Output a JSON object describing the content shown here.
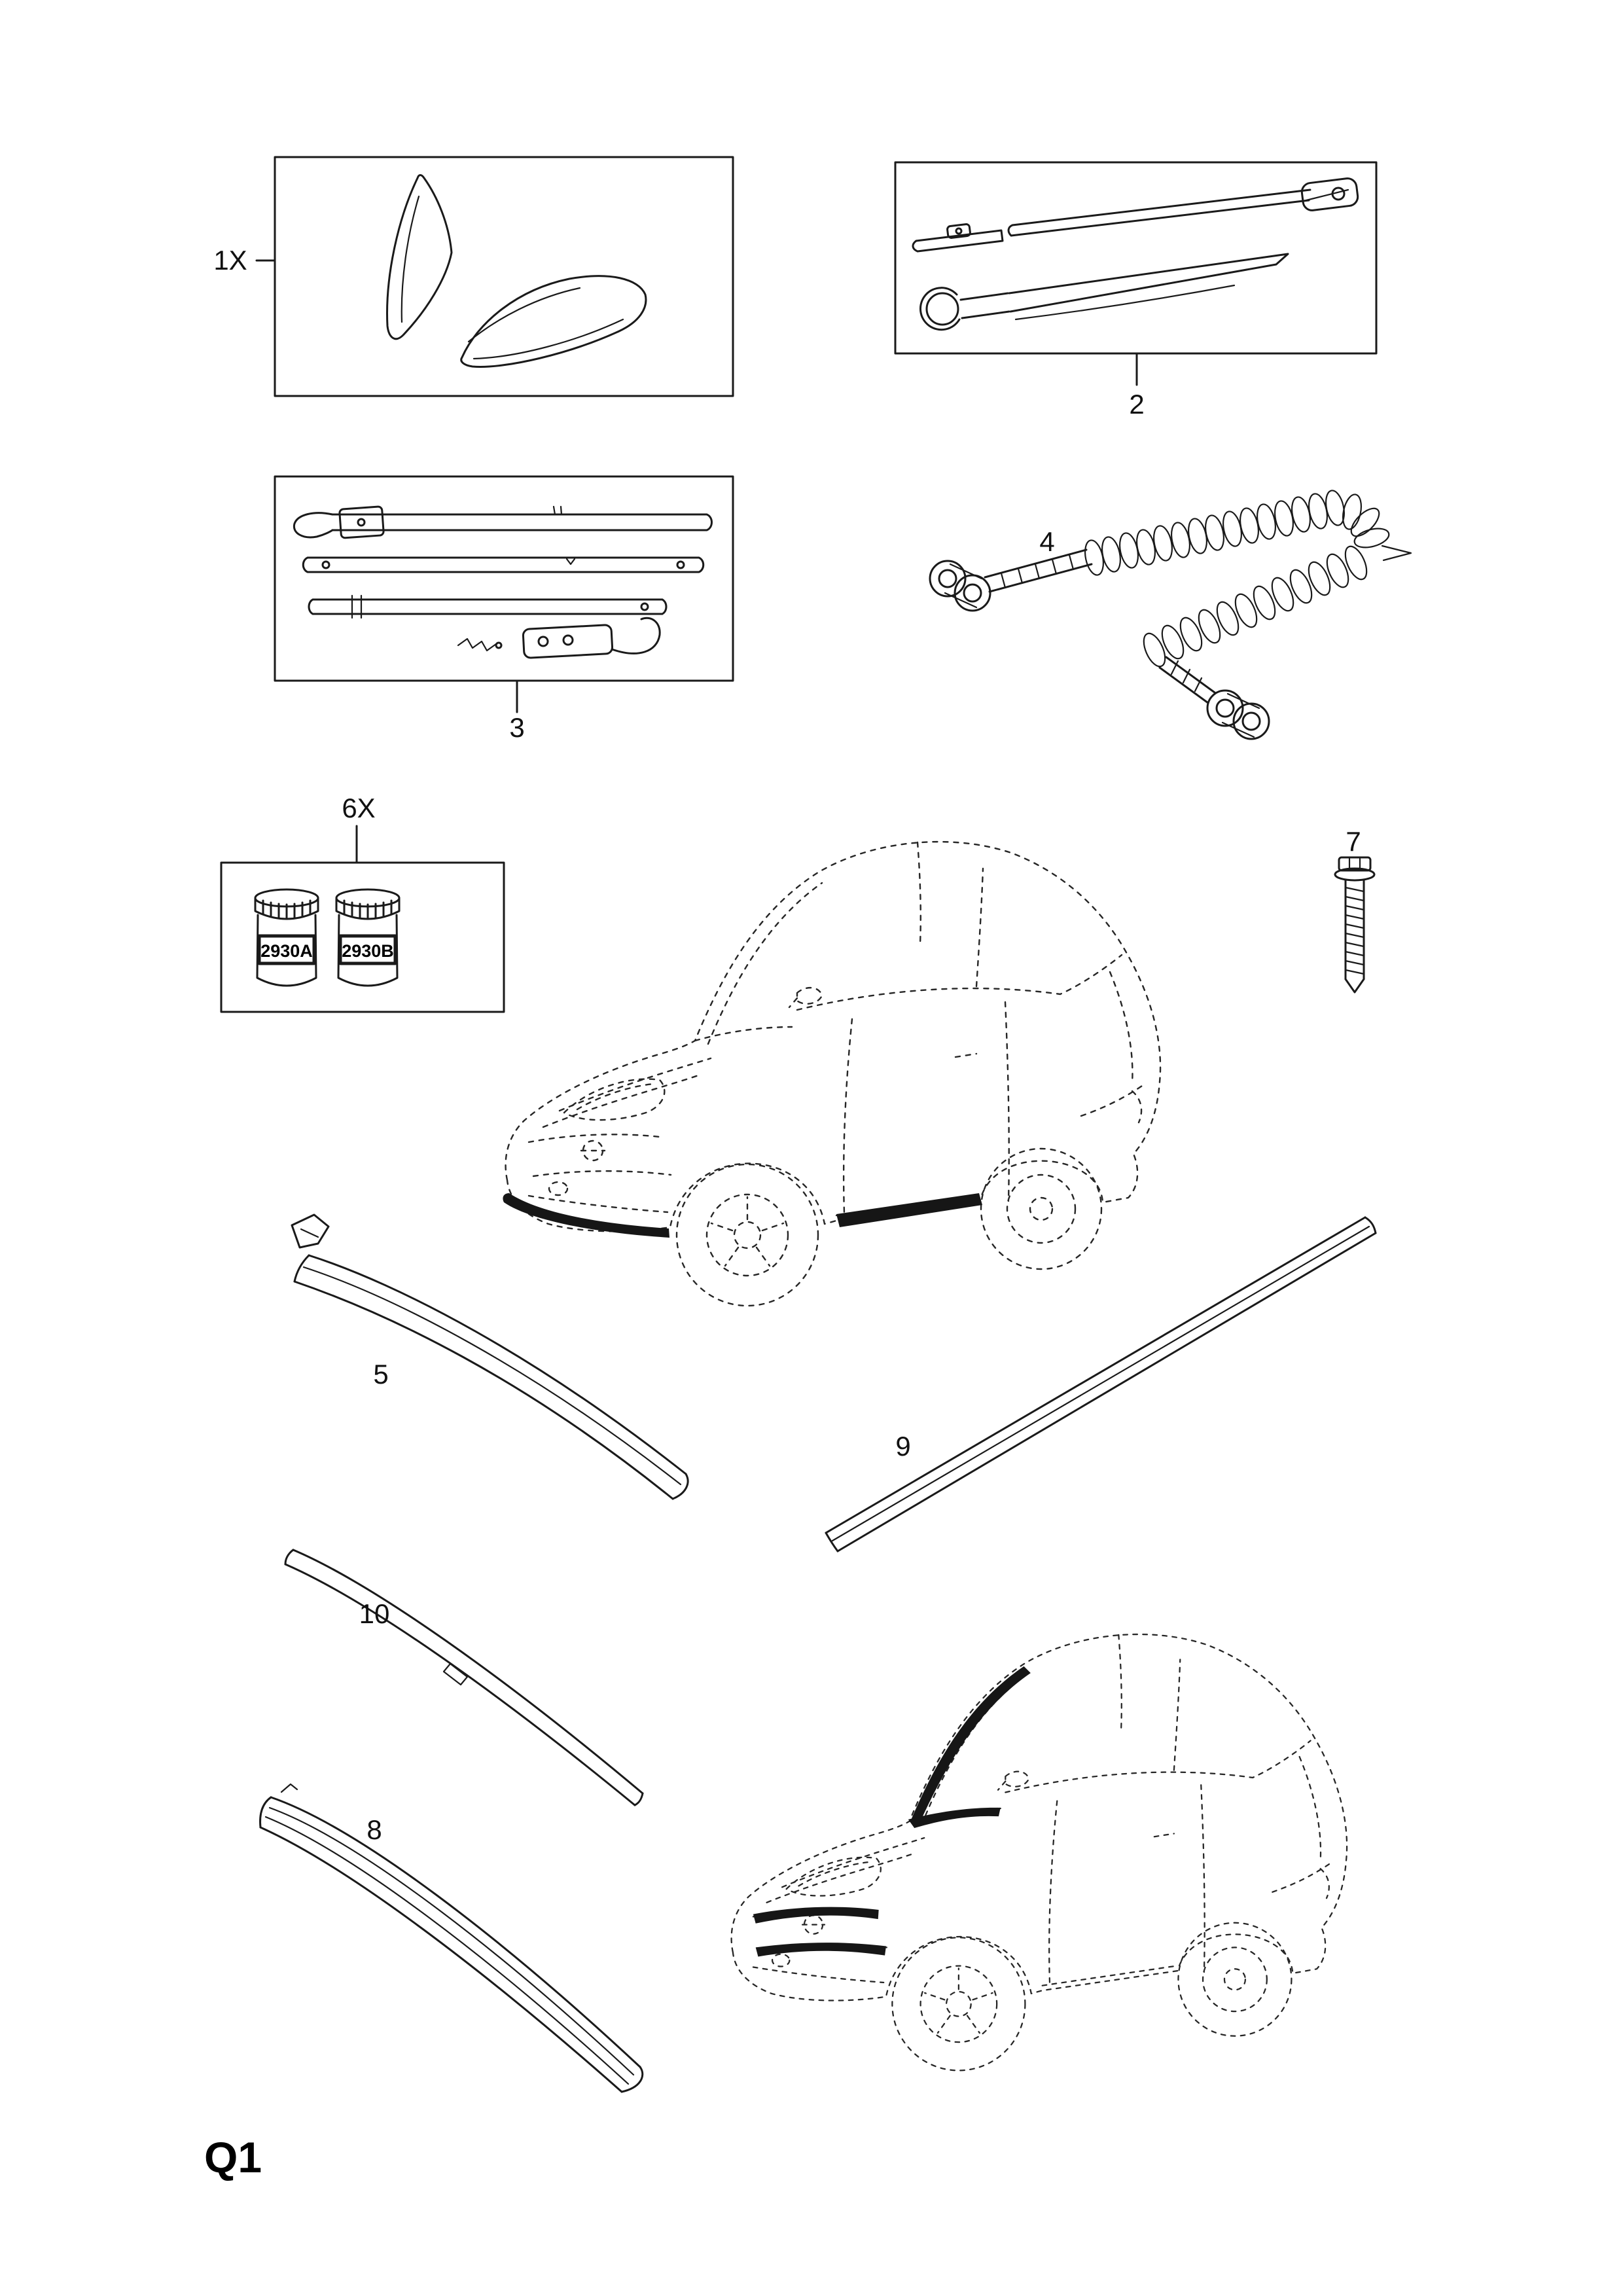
{
  "sheet": {
    "code": "Q1"
  },
  "callouts": {
    "part1_qty": "1X",
    "part2": "2",
    "part3": "3",
    "part4": "4",
    "part5": "5",
    "part6_qty": "6X",
    "part7": "7",
    "part8": "8",
    "part9": "9",
    "part10": "10"
  },
  "touch_up_jars": {
    "jar_a_code": "2930A",
    "jar_b_code": "2930B"
  },
  "colors": {
    "line": "#1a1a1a",
    "dashed_line": "#262626",
    "accent_fill": "#161616",
    "background": "#ffffff"
  }
}
